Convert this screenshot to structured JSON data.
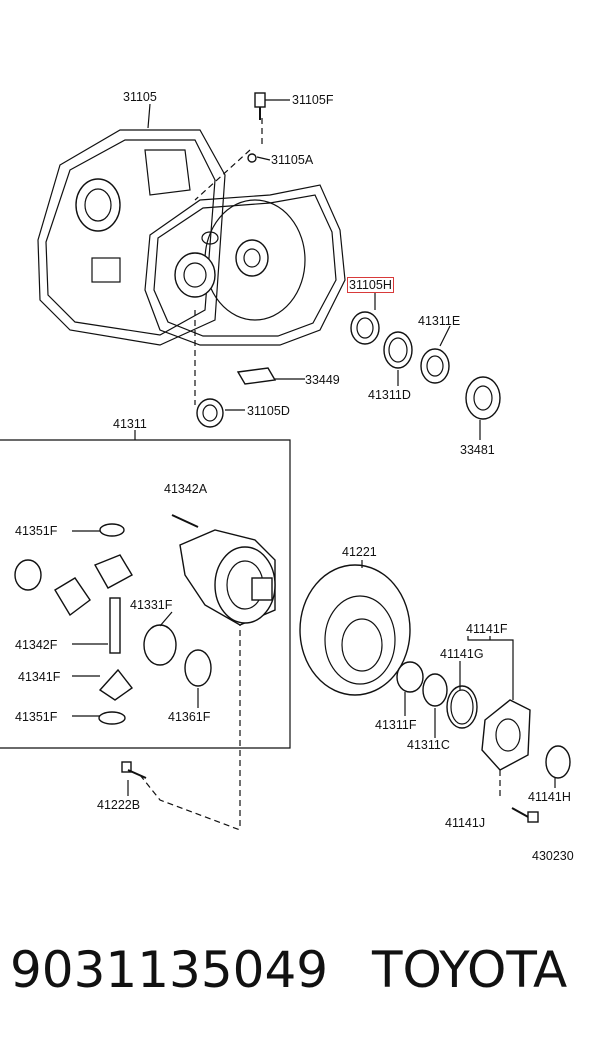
{
  "diagram": {
    "figure_number": "430230",
    "highlight_color": "#d83a3a",
    "part_labels": [
      {
        "id": "31105",
        "text": "31105"
      },
      {
        "id": "31105F",
        "text": "31105F"
      },
      {
        "id": "31105A",
        "text": "31105A"
      },
      {
        "id": "31105H",
        "text": "31105H",
        "highlighted": true
      },
      {
        "id": "41311E",
        "text": "41311E"
      },
      {
        "id": "41311D",
        "text": "41311D"
      },
      {
        "id": "33449",
        "text": "33449"
      },
      {
        "id": "31105D",
        "text": "31105D"
      },
      {
        "id": "33481",
        "text": "33481"
      },
      {
        "id": "41311",
        "text": "41311"
      },
      {
        "id": "41342A",
        "text": "41342A"
      },
      {
        "id": "41351F_top",
        "text": "41351F"
      },
      {
        "id": "41331F",
        "text": "41331F"
      },
      {
        "id": "41342F",
        "text": "41342F"
      },
      {
        "id": "41341F",
        "text": "41341F"
      },
      {
        "id": "41351F_bot",
        "text": "41351F"
      },
      {
        "id": "41361F",
        "text": "41361F"
      },
      {
        "id": "41221",
        "text": "41221"
      },
      {
        "id": "41141F",
        "text": "41141F"
      },
      {
        "id": "41141G",
        "text": "41141G"
      },
      {
        "id": "41311F",
        "text": "41311F"
      },
      {
        "id": "41311C",
        "text": "41311C"
      },
      {
        "id": "41141H",
        "text": "41141H"
      },
      {
        "id": "41141J",
        "text": "41141J"
      },
      {
        "id": "41222B",
        "text": "41222B"
      }
    ]
  },
  "footer": {
    "part_number": "9031135049",
    "brand": "TOYOTA"
  }
}
